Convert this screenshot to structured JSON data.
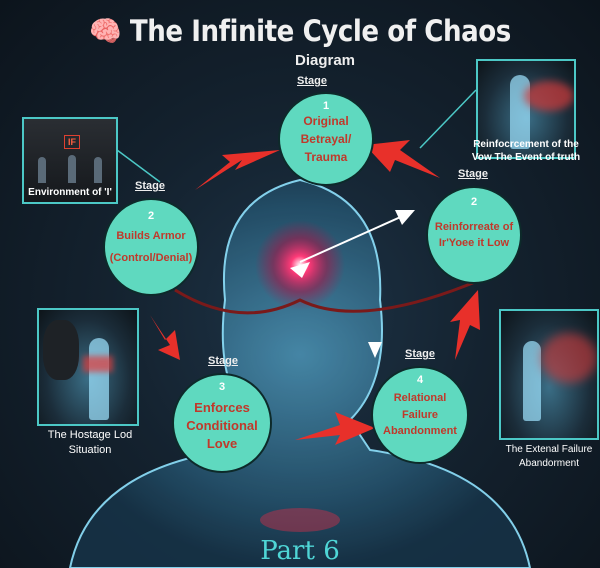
{
  "header": {
    "title": "The Infinite Cycle of Chaos",
    "subtitle": "Diagram",
    "brain_icon": "brain-icon"
  },
  "stages": [
    {
      "stage_label": "Stage",
      "number": "1",
      "text": "Original Betrayal/ Trauma"
    },
    {
      "stage_label": "Stage",
      "number": "2",
      "text": "Builds Armor (Control/Denial)"
    },
    {
      "stage_label": "Stage",
      "number": "2",
      "text": "Reinforreate of Ir'Yoee it Low"
    },
    {
      "stage_label": "Stage",
      "number": "3",
      "text": "Enforces Conditional Love"
    },
    {
      "stage_label": "Stage",
      "number": "4",
      "text": "Relational Failure Abandonment"
    }
  ],
  "images": [
    {
      "caption": "Environment of 'I'",
      "sign": "IF"
    },
    {
      "caption": "Reinfocrcement of the Vow The Event of truth"
    },
    {
      "caption": "The Hostage Lod Situation"
    },
    {
      "caption": "The Extenal Failure Abandorment"
    }
  ],
  "footer": {
    "part": "Part 6"
  },
  "colors": {
    "circle": "#5fd9bf",
    "label_text": "#c0392b",
    "arrow": "#e8302a",
    "frame": "#4cc8c6"
  }
}
